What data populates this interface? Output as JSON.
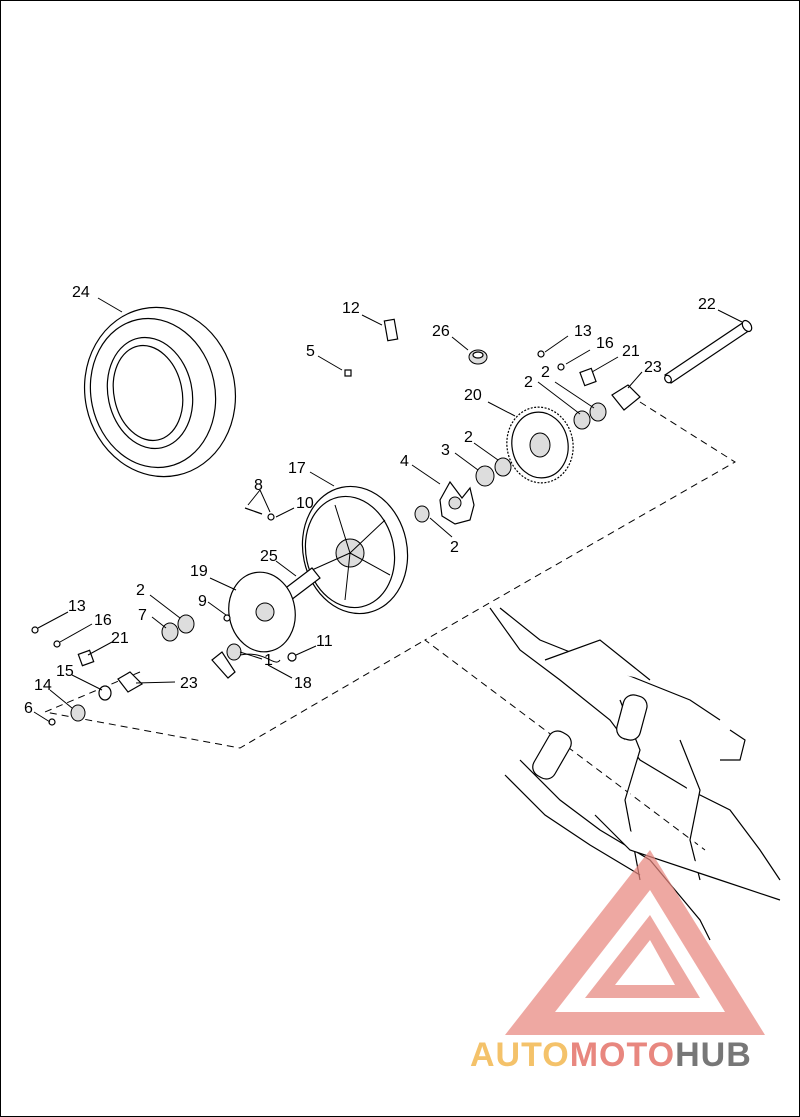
{
  "diagram": {
    "callouts": [
      {
        "id": "c24",
        "text": "24"
      },
      {
        "id": "c12",
        "text": "12"
      },
      {
        "id": "c26",
        "text": "26"
      },
      {
        "id": "c13a",
        "text": "13"
      },
      {
        "id": "c16a",
        "text": "16"
      },
      {
        "id": "c21a",
        "text": "21"
      },
      {
        "id": "c22",
        "text": "22"
      },
      {
        "id": "c23a",
        "text": "23"
      },
      {
        "id": "c5",
        "text": "5"
      },
      {
        "id": "c2a",
        "text": "2"
      },
      {
        "id": "c2b",
        "text": "2"
      },
      {
        "id": "c20",
        "text": "20"
      },
      {
        "id": "c3",
        "text": "3"
      },
      {
        "id": "c2c",
        "text": "2"
      },
      {
        "id": "c4",
        "text": "4"
      },
      {
        "id": "c17",
        "text": "17"
      },
      {
        "id": "c8",
        "text": "8"
      },
      {
        "id": "c10",
        "text": "10"
      },
      {
        "id": "c2d",
        "text": "2"
      },
      {
        "id": "c25",
        "text": "25"
      },
      {
        "id": "c19",
        "text": "19"
      },
      {
        "id": "c2e",
        "text": "2"
      },
      {
        "id": "c9",
        "text": "9"
      },
      {
        "id": "c13b",
        "text": "13"
      },
      {
        "id": "c7",
        "text": "7"
      },
      {
        "id": "c16b",
        "text": "16"
      },
      {
        "id": "c11",
        "text": "11"
      },
      {
        "id": "c21b",
        "text": "21"
      },
      {
        "id": "c1",
        "text": "1"
      },
      {
        "id": "c15",
        "text": "15"
      },
      {
        "id": "c23b",
        "text": "23"
      },
      {
        "id": "c18",
        "text": "18"
      },
      {
        "id": "c14",
        "text": "14"
      },
      {
        "id": "c6",
        "text": "6"
      }
    ]
  },
  "watermark": {
    "part1": "AUTO",
    "part2": "MOTO",
    "part3": "HUB",
    "colors": {
      "auto": "#f4c26a",
      "moto": "#e8877f",
      "hub": "#777777",
      "logo": "#e8877f"
    }
  }
}
